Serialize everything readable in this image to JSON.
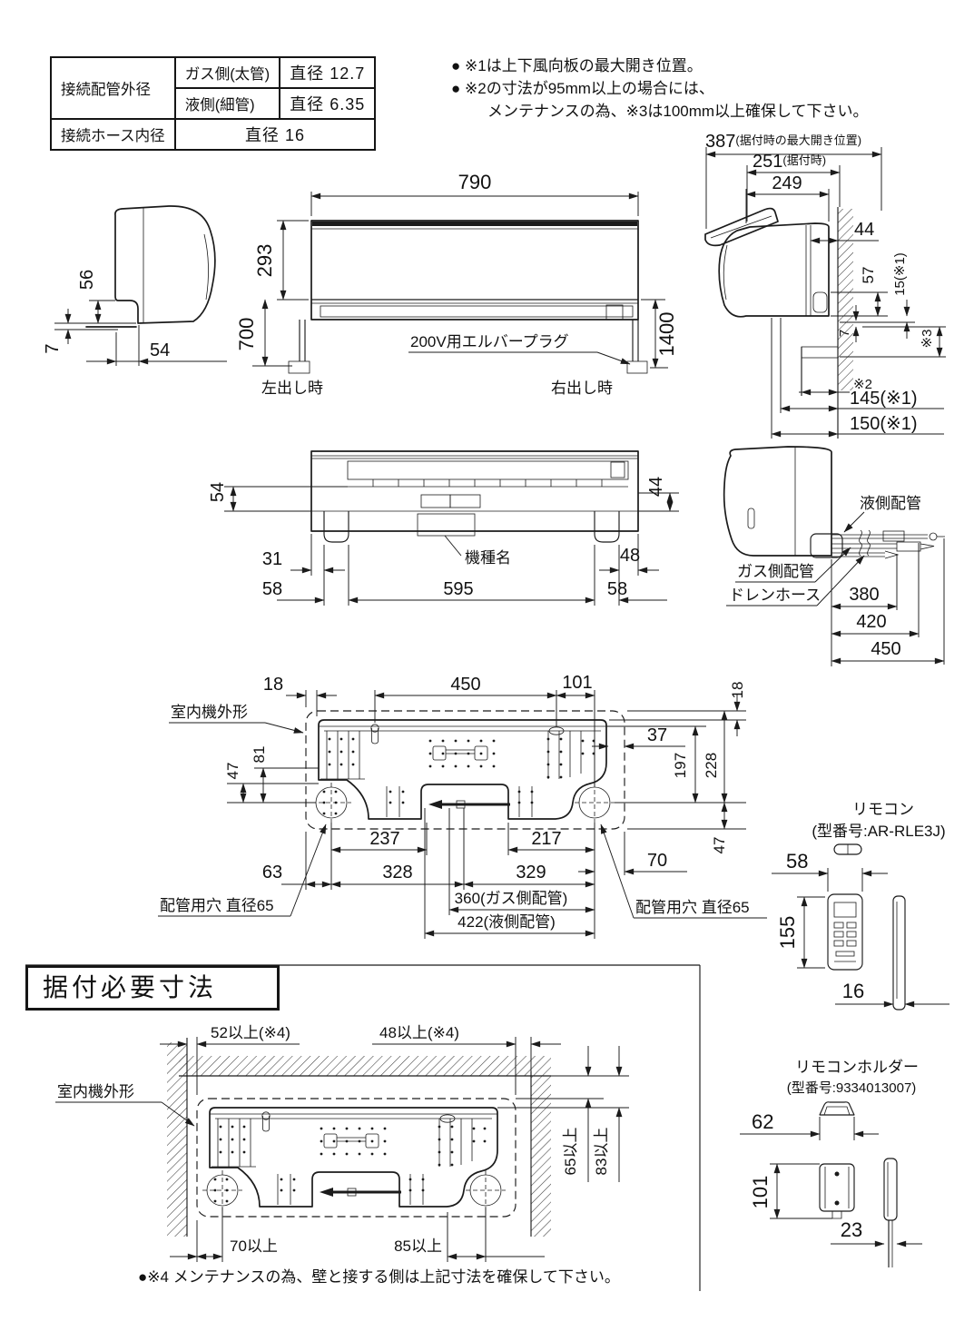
{
  "style": {
    "ink_color": "#1b1b1b",
    "paper_color": "#ffffff"
  },
  "spec_table": {
    "pipe_outer_label": "接続配管外径",
    "gas_label": "ガス側(太管)",
    "gas_value": "直径 12.7",
    "liquid_label": "液側(細管)",
    "liquid_value": "直径 6.35",
    "hose_label": "接続ホース内径",
    "hose_value": "直径 16"
  },
  "notes": {
    "note1": "● ※1は上下風向板の最大開き位置。",
    "note2_line1": "● ※2の寸法が95mm以上の場合には、",
    "note2_line2": "メンテナンスの為、※3は100mm以上確保して下さい。",
    "note4": "●※4 メンテナンスの為、壁と接する側は上記寸法を確保して下さい。"
  },
  "side_left_view": {
    "dim_56": "56",
    "dim_7": "7",
    "dim_54": "54"
  },
  "front_view": {
    "dim_width": "790",
    "dim_293": "293",
    "dim_700": "700",
    "dim_1400": "1400",
    "label_left_out": "左出し時",
    "label_right_out": "右出し時",
    "label_plug": "200V用エルバープラグ"
  },
  "wall_side_view": {
    "dim_387": "387",
    "dim_387_note": "(据付時の最大開き位置)",
    "dim_251": "251",
    "dim_251_note": "(据付時)",
    "dim_249": "249",
    "dim_44": "44",
    "dim_57": "57",
    "dim_15": "15(※1)",
    "dim_7": "7",
    "dim_s3": "※3",
    "dim_s2": "※2",
    "dim_145": "145(※1)",
    "dim_150": "150(※1)"
  },
  "bottom_view": {
    "dim_54": "54",
    "dim_44": "44",
    "dim_31": "31",
    "dim_58_left": "58",
    "dim_595": "595",
    "dim_58_right": "58",
    "dim_48": "48",
    "label_model": "機種名"
  },
  "pipe_view": {
    "label_liquid": "液側配管",
    "label_gas": "ガス側配管",
    "label_drain": "ドレンホース",
    "dim_380": "380",
    "dim_420": "420",
    "dim_450": "450"
  },
  "plate_view": {
    "label_outline": "室内機外形",
    "dim_18_left": "18",
    "dim_450": "450",
    "dim_101": "101",
    "dim_18_right": "18",
    "dim_37": "37",
    "dim_197": "197",
    "dim_228": "228",
    "dim_47_left": "47",
    "dim_81": "81",
    "dim_47_right": "47",
    "dim_237": "237",
    "dim_217": "217",
    "dim_63": "63",
    "dim_328": "328",
    "dim_329": "329",
    "dim_70": "70",
    "dim_360": "360(ガス側配管)",
    "dim_422": "422(液側配管)",
    "label_hole_left": "配管用穴 直径65",
    "label_hole_right": "配管用穴 直径65"
  },
  "remote": {
    "title": "リモコン",
    "model": "(型番号:AR-RLE3J)",
    "dim_58": "58",
    "dim_155": "155",
    "dim_16": "16"
  },
  "install_section": {
    "title": "据付必要寸法",
    "dim_52": "52以上(※4)",
    "dim_48": "48以上(※4)",
    "dim_65": "65以上",
    "dim_83": "83以上",
    "dim_70": "70以上",
    "dim_85": "85以上",
    "label_outline": "室内機外形"
  },
  "holder": {
    "title": "リモコンホルダー",
    "model": "(型番号:9334013007)",
    "dim_62": "62",
    "dim_101": "101",
    "dim_23": "23"
  }
}
